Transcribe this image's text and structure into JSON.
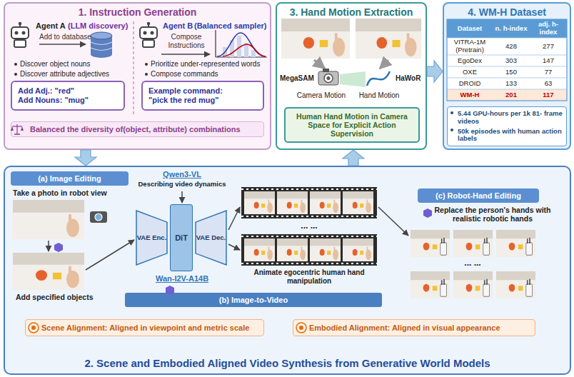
{
  "diagram": {
    "nodes": [
      {
        "text": [
          "1. Instruction Generation"
        ]
      },
      {
        "text": [
          "Add Adj.: \"red\"",
          "Add Nouns: \"mug\""
        ],
        "in": 0
      },
      {
        "text": [
          "Example command:",
          "\"pick the red mug\""
        ],
        "in": 0
      },
      {
        "text": [
          "Balanced the diversity of(object, attribute) combinations"
        ],
        "in": 0
      },
      {
        "text": [
          "3. Hand Motion Extraction"
        ]
      },
      {
        "text": [
          "Human Hand Motion in Camera Space for Explicit Action Supervision"
        ],
        "in": 4
      },
      {
        "text": [
          "4. WM-H Dataset"
        ]
      },
      {
        "text": [
          "5.44 GPU-hours per 1k 81- frame videos",
          "50k episodes with human action labels"
        ],
        "in": 6
      },
      {
        "text": [
          "2. Scene and Embodied Aligned Video Synthesis from Generative World Models"
        ]
      },
      {
        "text": [
          "(a) Image Editing"
        ],
        "in": 8
      },
      {
        "text": [
          "VAE Enc."
        ],
        "in": 8
      },
      {
        "text": [
          "DiT"
        ],
        "in": 8
      },
      {
        "text": [
          "VAE Dec."
        ],
        "in": 8
      },
      {
        "text": [
          "(b) Image-to-Video"
        ],
        "in": 8
      },
      {
        "text": [
          "(c) Robot-Hand Editing"
        ],
        "in": 8
      },
      {
        "text": [
          "Scene Alignment: Aligned in viewpoint and metric scale"
        ],
        "in": 8
      },
      {
        "text": [
          "Embodied Alignment: Aligned in visual appearance"
        ],
        "in": 8
      }
    ],
    "edges": [
      {
        "from": 0,
        "to": 8,
        "arrow": "to"
      },
      {
        "from": 8,
        "to": 4,
        "arrow": "to"
      },
      {
        "from": 4,
        "to": 6,
        "arrow": "to"
      }
    ],
    "labels": [
      "Agent A",
      "(LLM discovery)",
      "Add to database",
      "Discover object nouns",
      "Discover attribute adjectives",
      "Agent B",
      "(Balanced sampler)",
      "Compose Instructions",
      "Prioritize under-represented words",
      "Compose commands",
      "MegaSAM",
      "HaWoR",
      "Camera Motion",
      "Hand Motion",
      "Dataset",
      "n. h-index",
      "adj. h-index",
      "VITRA-1M (Pretrain)",
      "428",
      "277",
      "EgoDex",
      "303",
      "147",
      "OXE",
      "150",
      "77",
      "DROID",
      "133",
      "63",
      "WM-H",
      "201",
      "117",
      "Take a photo in robot view",
      "Add specified objects",
      "Qwen3-VL",
      "Describing video dynamics",
      "Wan-I2V-A14B",
      "... ...",
      "Animate egocentric human hand manipulation",
      "Replace the person's hands with realistic robotic hands",
      "... ..."
    ]
  }
}
